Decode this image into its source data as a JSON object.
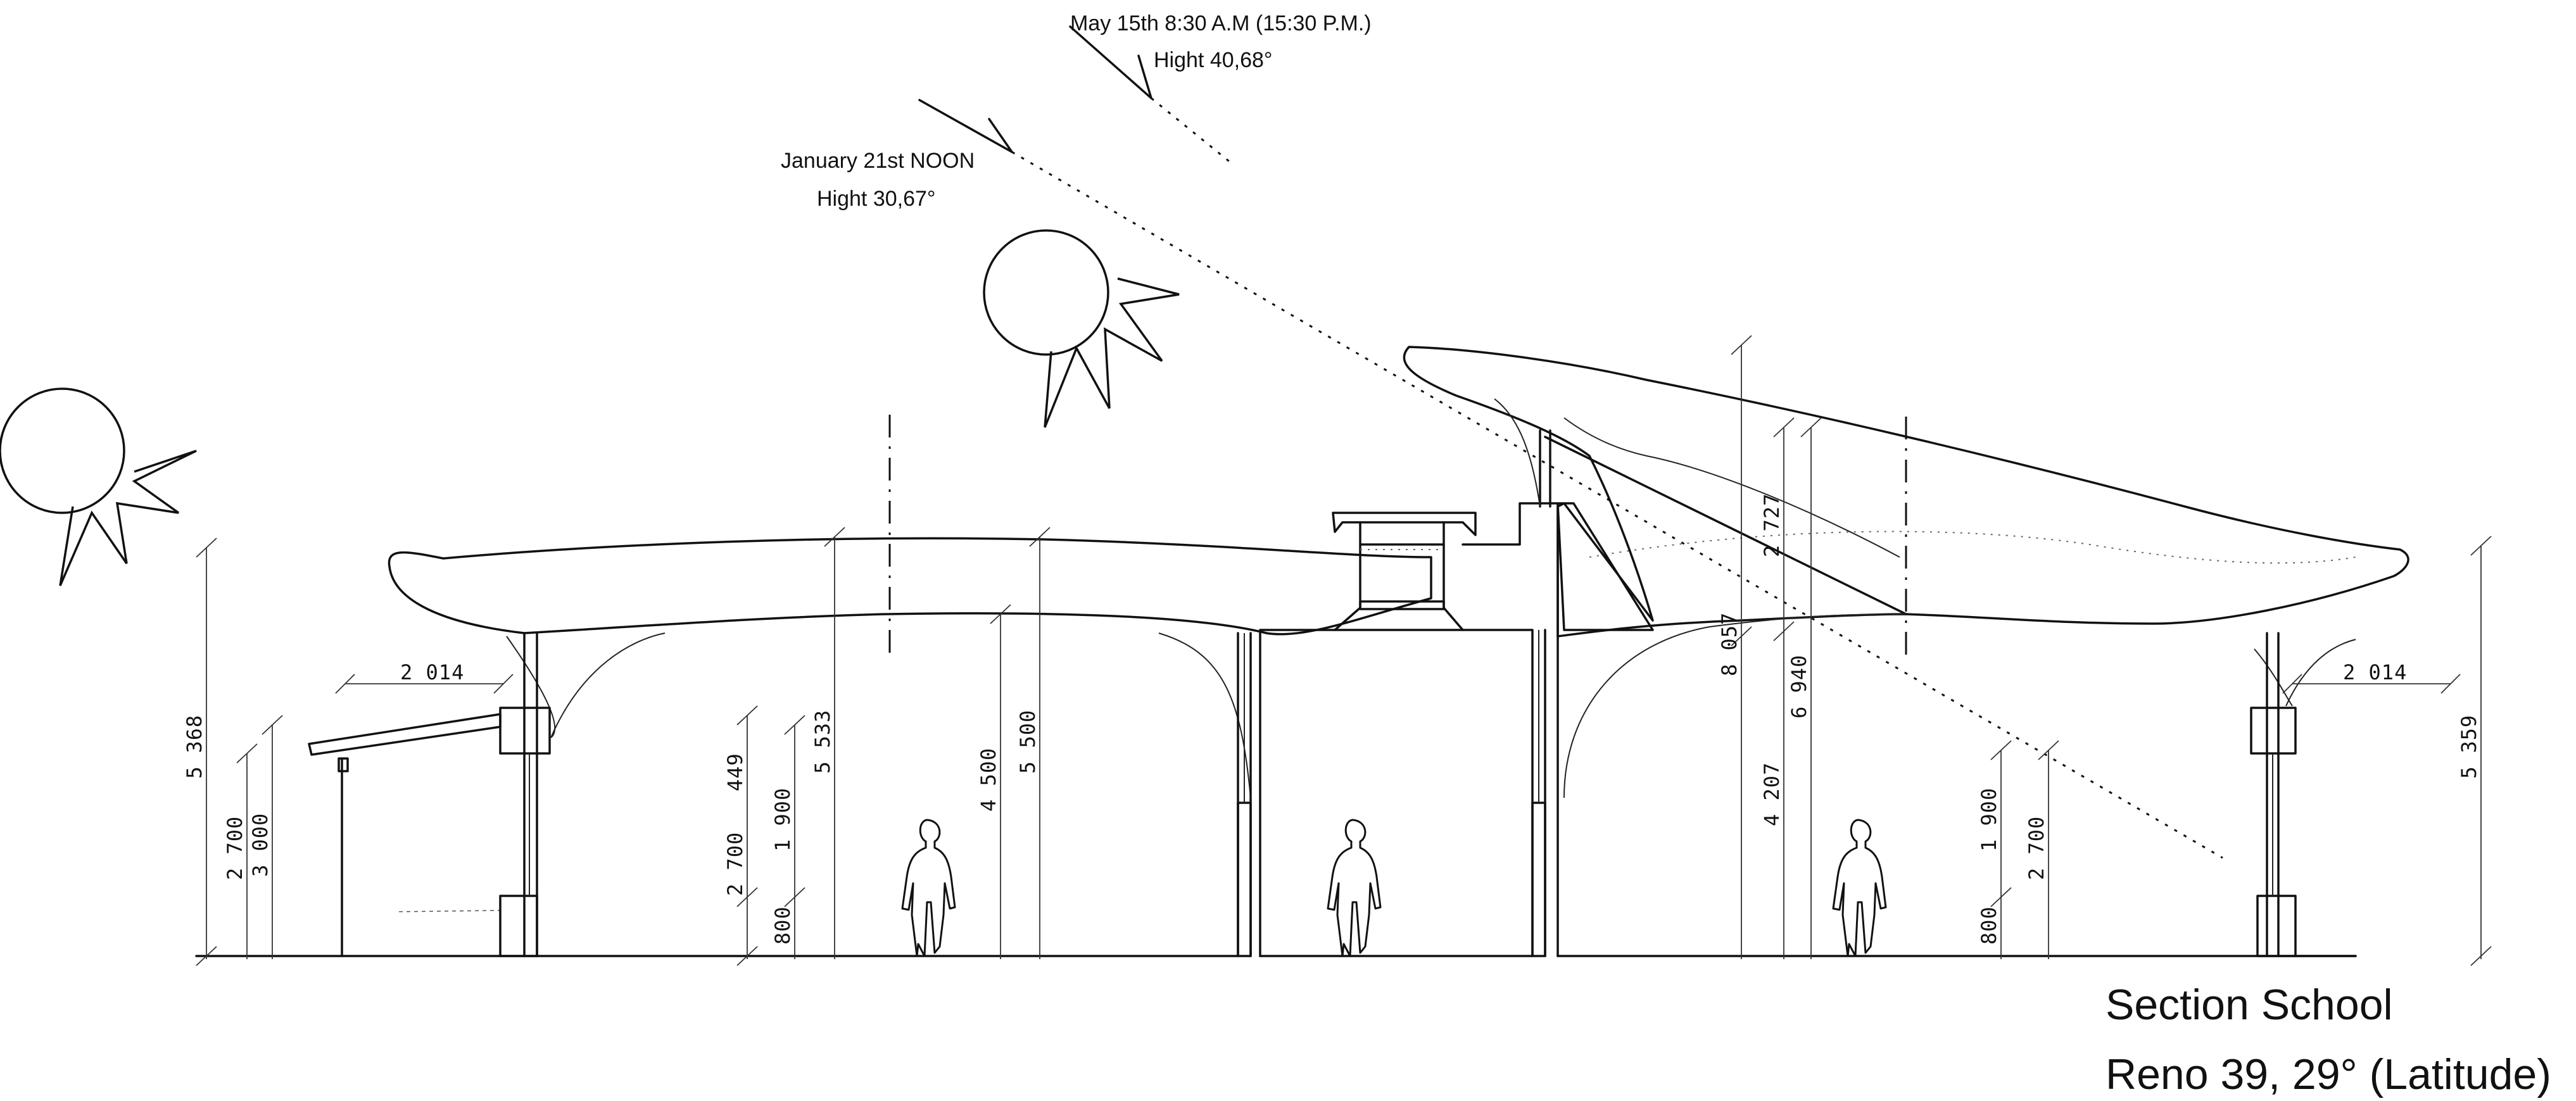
{
  "sun_annotations": {
    "may_label": "May 15th  8:30 A.M (15:30 P.M.)",
    "may_height": "Hight 40,68°",
    "january_label": "January 21st NOON",
    "january_height": "Hight 30,67°"
  },
  "caption": {
    "title": "Section School",
    "subtitle": "Reno 39, 29° (Latitude)"
  },
  "dimensions": {
    "left_overhang": "2 014",
    "right_overhang": "2 014",
    "left_total_height": "5 368",
    "left_door_height": "2 700",
    "left_canopy_height": "3 000",
    "left_window_sill": "800",
    "left_window_height": "1 900",
    "left_window_top": "449",
    "left_window_wall": "2 700",
    "left_roof_height": "5 533",
    "left_ceiling_height": "4 500",
    "left_ridge_height": "5 500",
    "center_roof_height": "8 057",
    "right_base_height": "4 207",
    "right_ceiling_height": "6 940",
    "right_upper_height": "2 727",
    "right_window_sill": "800",
    "right_window_height": "1 900",
    "right_wall_height": "2 700",
    "right_total_height": "5 359"
  },
  "icons": [
    "sun-icon",
    "person-icon"
  ]
}
